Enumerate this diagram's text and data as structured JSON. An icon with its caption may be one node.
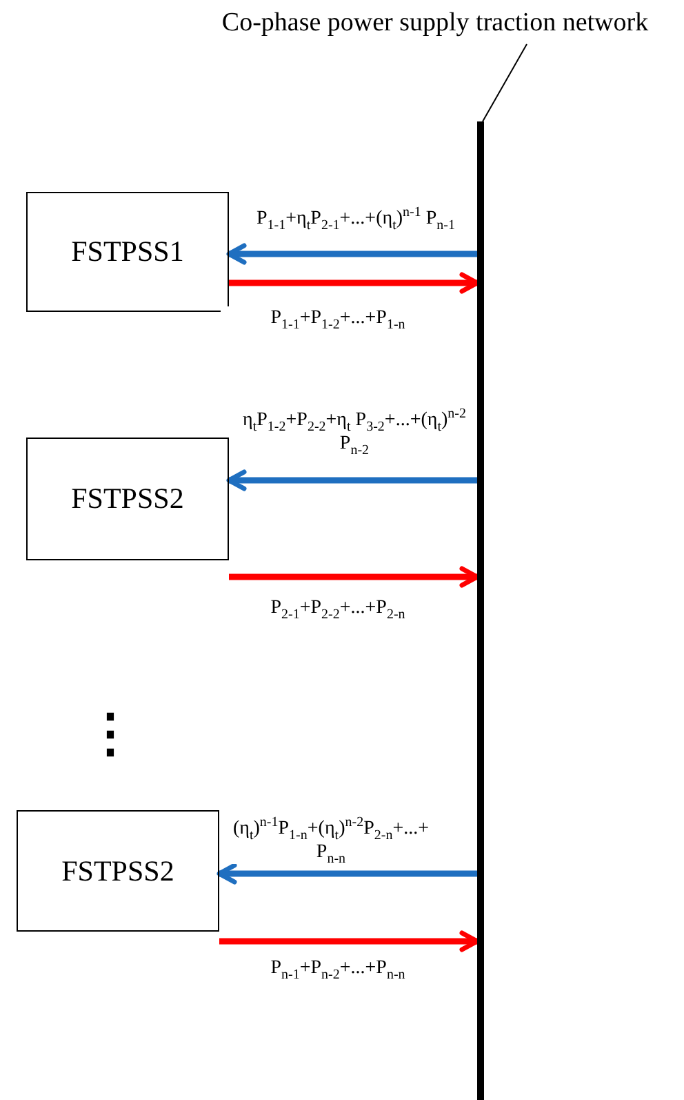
{
  "diagram": {
    "nodes": [
      {
        "text": [
          "Co-phase power supply traction network"
        ]
      },
      {
        "text": [],
        "shape": "bar"
      },
      {
        "text": [
          "FSTPSS1"
        ]
      },
      {
        "text": [
          "FSTPSS2"
        ]
      },
      {
        "text": [
          "FSTPSS2"
        ]
      }
    ],
    "edges": [
      {
        "from": 0,
        "to": 1,
        "arrow": "none",
        "color": "#000000"
      },
      {
        "from": 1,
        "to": 2,
        "arrow": "to",
        "color": "#1f6fc0",
        "label": "P$_{1-1}$+η$_{t}$P$_{2-1}$+...+(η$_{t}$)$^{n-1}$ P$_{n-1}$"
      },
      {
        "from": 2,
        "to": 1,
        "arrow": "to",
        "color": "#ff0000",
        "label": "P$_{1-1}$+P$_{1-2}$+...+P$_{1-n}$"
      },
      {
        "from": 1,
        "to": 3,
        "arrow": "to",
        "color": "#1f6fc0",
        "label": "η$_{t}$P$_{1-2}$+P$_{2-2}$+η$_{t}$ P$_{3-2}$+...+(η$_{t}$)$^{n-2}$ P$_{n-2}$"
      },
      {
        "from": 3,
        "to": 1,
        "arrow": "to",
        "color": "#ff0000",
        "label": "P$_{2-1}$+P$_{2-2}$+...+P$_{2-n}$"
      },
      {
        "from": 1,
        "to": 4,
        "arrow": "to",
        "color": "#1f6fc0",
        "label": "(η$_{t}$)$^{n-1}$P$_{1-n}$+(η$_{t}$)$^{n-2}$P$_{2-n}$+...+ P$_{n-n}$"
      },
      {
        "from": 4,
        "to": 1,
        "arrow": "to",
        "color": "#ff0000",
        "label": "P$_{n-1}$+P$_{n-2}$+...+P$_{n-n}$"
      }
    ],
    "labels": [
      "⋮"
    ]
  }
}
